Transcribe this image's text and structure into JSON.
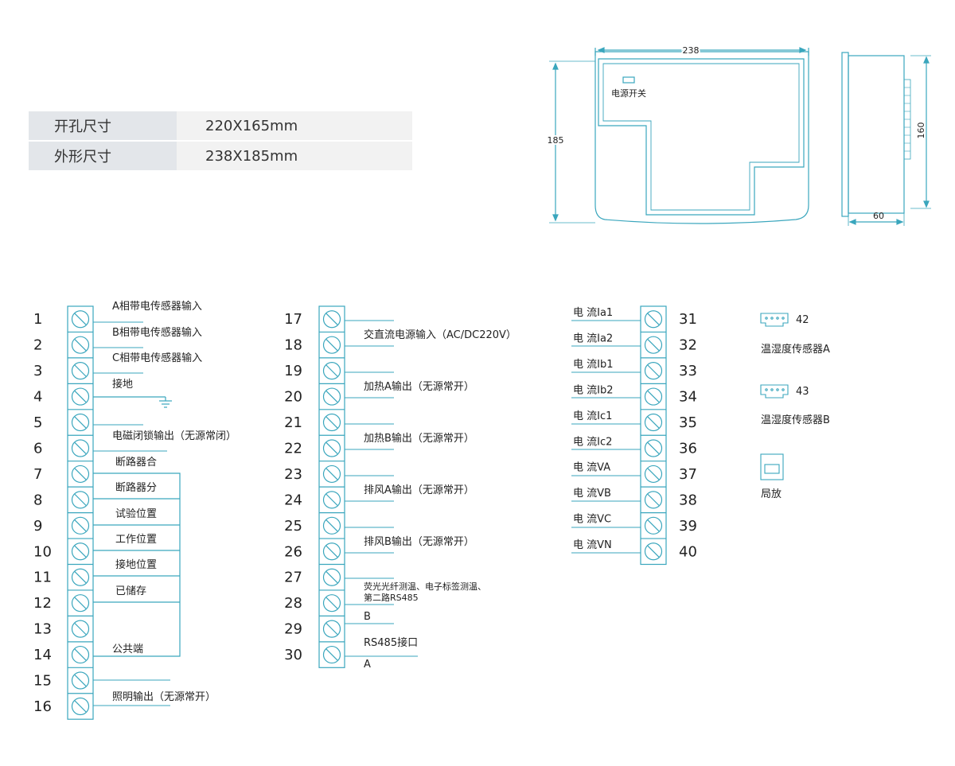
{
  "specs": [
    {
      "label": "开孔尺寸",
      "value": "220X165mm"
    },
    {
      "label": "外形尺寸",
      "value": "238X185mm"
    }
  ],
  "dims": {
    "width": "238",
    "height": "185",
    "depth": "60",
    "side_height": "160",
    "switch_label": "电源开关"
  },
  "colors": {
    "line": "#3aa6bd",
    "text": "#222222"
  },
  "block1": {
    "numbers": [
      "1",
      "2",
      "3",
      "4",
      "5",
      "6",
      "7",
      "8",
      "9",
      "10",
      "11",
      "12",
      "13",
      "14",
      "15",
      "16"
    ],
    "labels": [
      "A相带电传感器输入",
      "B相带电传感器输入",
      "C相带电传感器输入",
      "接地",
      "电磁闭锁输出（无源常闭）",
      "断路器合",
      "断路器分",
      "试验位置",
      "工作位置",
      "接地位置",
      "已储存",
      "公共端",
      "照明输出（无源常开）"
    ]
  },
  "block2": {
    "numbers": [
      "17",
      "18",
      "19",
      "20",
      "21",
      "22",
      "23",
      "24",
      "25",
      "26",
      "27",
      "28",
      "29",
      "30"
    ],
    "labels": [
      "交直流电源输入（AC/DC220V）",
      "加热A输出（无源常开）",
      "加热B输出（无源常开）",
      "排风A输出（无源常开）",
      "排风B输出（无源常开）",
      "荧光光纤测温、电子标签测温、",
      "第二路RS485",
      "B",
      "RS485接口",
      "A"
    ]
  },
  "block3": {
    "numbers": [
      "31",
      "32",
      "33",
      "34",
      "35",
      "36",
      "37",
      "38",
      "39",
      "40"
    ],
    "labels": [
      "电 流Ia1",
      "电 流Ia2",
      "电 流Ib1",
      "电 流Ib2",
      "电 流Ic1",
      "电 流Ic2",
      "电 流VA",
      "电 流VB",
      "电 流VC",
      "电 流VN"
    ]
  },
  "sensors": [
    {
      "number": "42",
      "label": "温湿度传感器A"
    },
    {
      "number": "43",
      "label": "温湿度传感器B"
    },
    {
      "label": "局放"
    }
  ]
}
